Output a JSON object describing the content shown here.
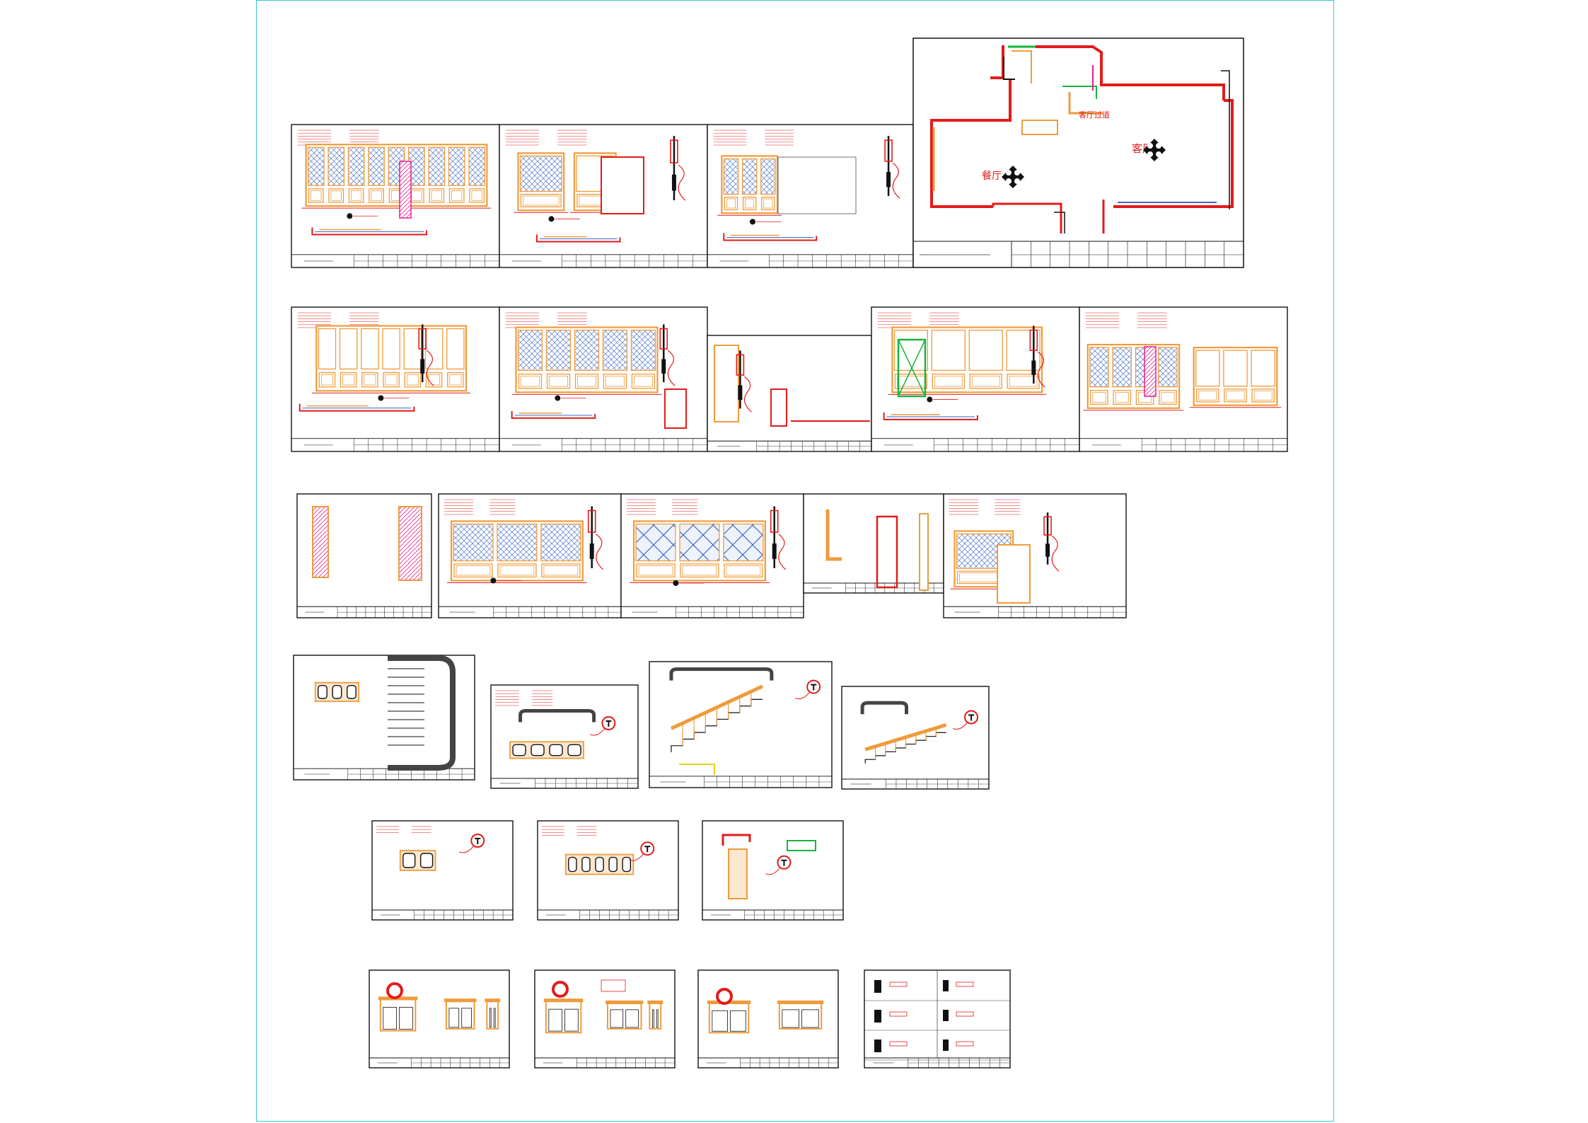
{
  "labels": {
    "living_room": "客厅",
    "dining_room": "餐厅",
    "living_corridor": "客厅过道"
  },
  "colors": {
    "frame": "#37c6d8",
    "panel_orange": "#ef9b3c",
    "wall_red": "#e21b1b",
    "detail_pink": "#e81d8d",
    "glass_blue": "#3a66c8",
    "green": "#18b43c",
    "line_black": "#111111"
  },
  "icons": [
    "section-marker-icon",
    "view-marker-icon"
  ]
}
